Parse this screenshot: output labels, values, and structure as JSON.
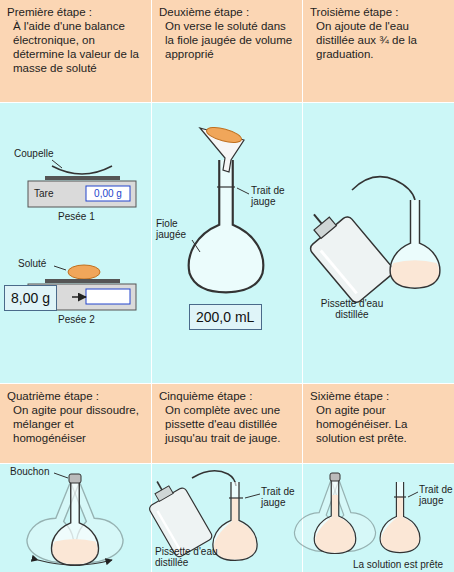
{
  "diagram": {
    "nodes": [
      {
        "text": [
          "Première étape :",
          "À l'aide d'une balance électronique, on détermine la valeur de la masse de soluté"
        ]
      },
      {
        "text": [
          "Deuxième étape :",
          "On verse le soluté dans la fiole jaugée de volume approprié"
        ]
      },
      {
        "text": [
          "Troisième étape :",
          "On ajoute de l'eau distillée aux ¾ de la graduation."
        ]
      },
      {
        "text": [
          "8,00 g"
        ]
      },
      {
        "text": [
          "200,0 mL"
        ]
      },
      {
        "text": [
          "Quatrième étape :",
          "On agite pour dissoudre, mélanger et homogénéiser"
        ]
      },
      {
        "text": [
          "Cinquième étape :",
          "On complète avec une pissette d'eau distillée jusqu'au trait de jauge."
        ]
      },
      {
        "text": [
          "Sixième étape :",
          "On agite pour homogénéiser. La solution est prête."
        ]
      }
    ],
    "labels": [
      "Coupelle",
      "Tare",
      "0,00 g",
      "Pesée 1",
      "Soluté",
      "Pesée 2",
      "Trait de jauge",
      "Fiole jaugée",
      "Pissette d'eau distillée",
      "Bouchon",
      "Trait de jauge",
      "Pissette d'eau distillée",
      "Trait de jauge",
      "La solution est prête"
    ]
  }
}
